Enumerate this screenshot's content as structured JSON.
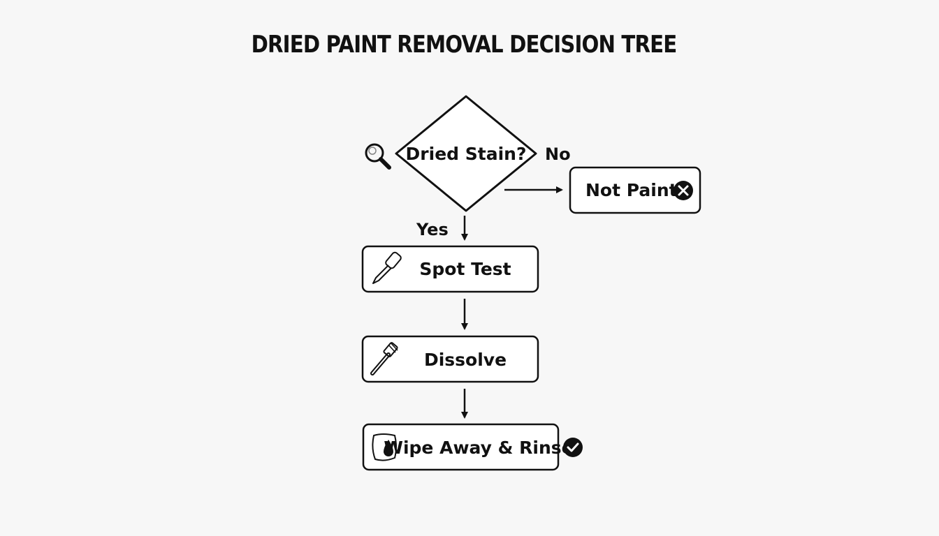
{
  "title": "DRIED PAINT REMOVAL DECISION TREE",
  "nodes": {
    "decision": {
      "label": "Dried Stain?",
      "icon": "magnifier-icon"
    },
    "not_paint": {
      "label": "Not Paint",
      "icon": "x-circle-icon"
    },
    "spot_test": {
      "label": "Spot Test",
      "icon": "dropper-icon"
    },
    "dissolve": {
      "label": "Dissolve",
      "icon": "brush-icon"
    },
    "wipe": {
      "label": "Wipe Away & Rinse",
      "icon": "cloth-icon",
      "status_icon": "check-circle-icon"
    }
  },
  "edges": {
    "no_label": "No",
    "yes_label": "Yes"
  }
}
